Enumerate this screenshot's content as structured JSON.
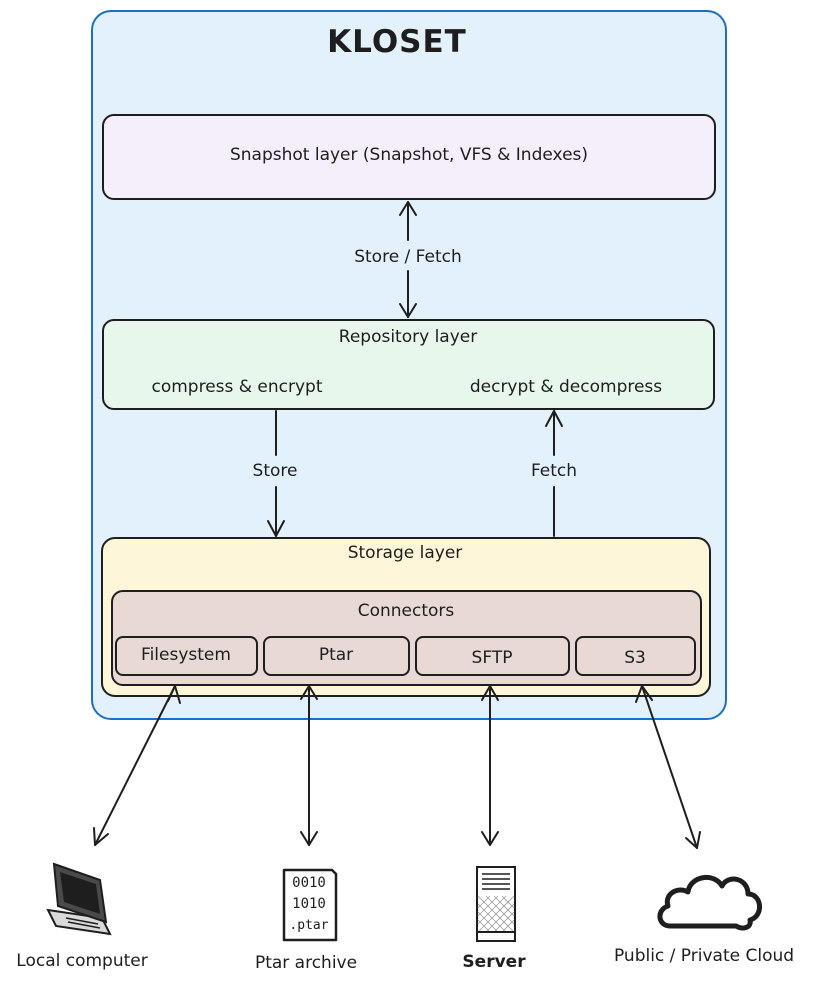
{
  "title": "KLOSET",
  "snapshot_layer": {
    "label": "Snapshot layer (Snapshot, VFS & Indexes)"
  },
  "store_fetch_label": "Store / Fetch",
  "repository_layer": {
    "label": "Repository layer",
    "left_op": "compress & encrypt",
    "right_op": "decrypt & decompress"
  },
  "store_label": "Store",
  "fetch_label": "Fetch",
  "storage_layer": {
    "label": "Storage layer",
    "connectors_label": "Connectors",
    "connectors": [
      "Filesystem",
      "Ptar",
      "SFTP",
      "S3"
    ]
  },
  "targets": [
    {
      "label": "Local computer",
      "icon": "computer-icon"
    },
    {
      "label": "Ptar archive",
      "icon": "ptar-file-icon",
      "icon_text": [
        "0010",
        "1010",
        ".ptar"
      ]
    },
    {
      "label": "Server",
      "icon": "server-icon"
    },
    {
      "label": "Public / Private Cloud",
      "icon": "cloud-icon"
    }
  ],
  "colors": {
    "kloset_bg": "#e2f1fc",
    "kloset_border": "#1f6fc0",
    "snapshot_bg": "#f5eefb",
    "repository_bg": "#e8f7ec",
    "storage_bg": "#fdf6d8",
    "connectors_bg": "#e8d9d4",
    "ink": "#1e1e1e"
  }
}
